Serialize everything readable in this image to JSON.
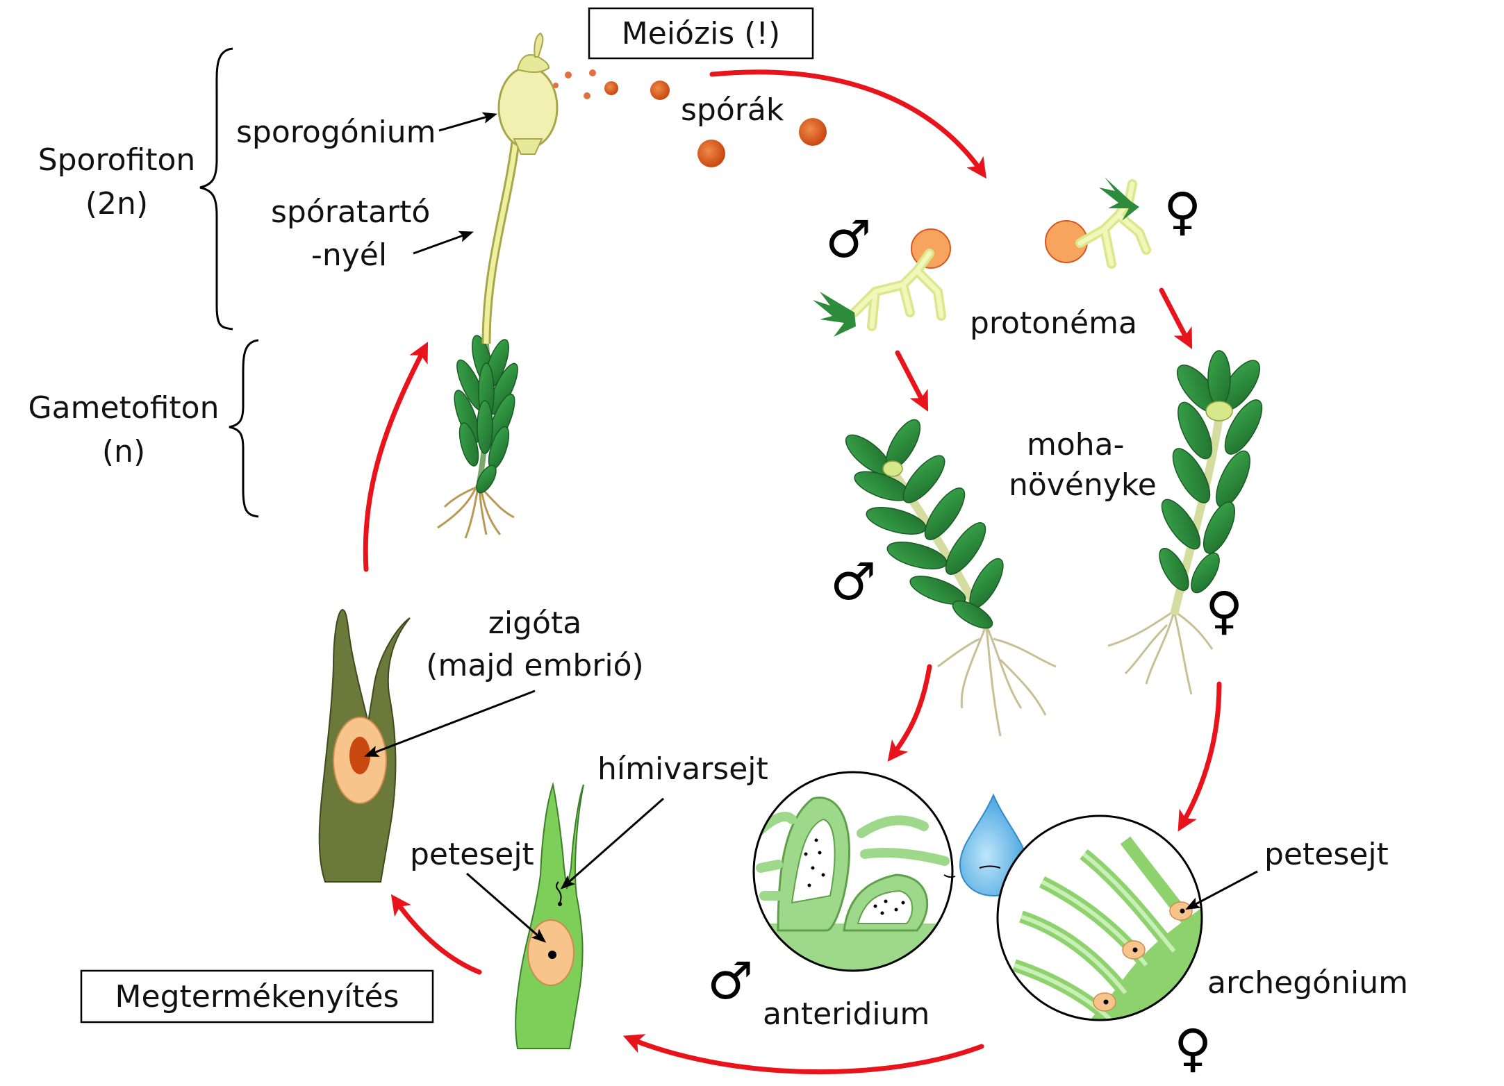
{
  "phases": {
    "sporophyte": {
      "name": "Sporofiton",
      "ploidy": "(2n)"
    },
    "gametophyte": {
      "name": "Gametofiton",
      "ploidy": "(n)"
    }
  },
  "boxes": {
    "meiosis": "Meiózis (!)",
    "fertilization": "Megtermékenyítés"
  },
  "labels": {
    "sporogonium": "sporogónium",
    "seta_line1": "spóratartó",
    "seta_line2": "-nyél",
    "spores": "spórák",
    "protonema": "protonéma",
    "moss_line1": "moha-",
    "moss_line2": "növényke",
    "zygote_line1": "zigóta",
    "zygote_line2": "(majd embrió)",
    "sperm": "hímivarsejt",
    "egg_left": "petesejt",
    "egg_right": "petesejt",
    "antheridium": "anteridium",
    "archegonium": "archegónium"
  },
  "symbols": {
    "male": "♂",
    "female": "♀"
  },
  "colors": {
    "cycle_arrow": "#e8131b",
    "leaf_dark": "#2e8b3c",
    "leaf_light": "#93d07a",
    "archegonium_dark": "#6b7a3a",
    "capsule": "#f2f0b0",
    "spore": "#d9561e",
    "egg": "#f7c48c",
    "water_drop": "#5fb6e8"
  },
  "icons": [
    "male-symbol-icon",
    "female-symbol-icon",
    "water-drop-icon",
    "red-cycle-arrow-icon"
  ]
}
